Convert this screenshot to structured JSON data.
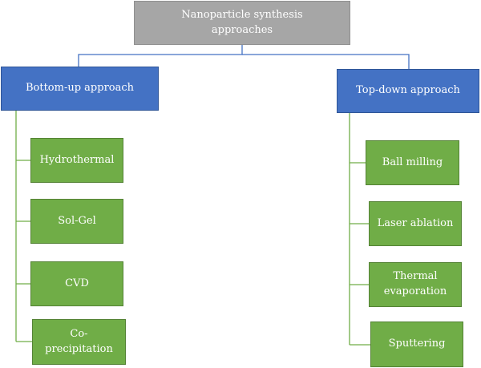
{
  "root": {
    "label_line1": "Nanoparticle synthesis",
    "label_line2": "approaches"
  },
  "left": {
    "title": "Bottom-up approach",
    "items": [
      {
        "line1": "Hydrothermal",
        "line2": ""
      },
      {
        "line1": "Sol-Gel",
        "line2": ""
      },
      {
        "line1": "CVD",
        "line2": ""
      },
      {
        "line1": "Co-",
        "line2": "precipitation"
      }
    ]
  },
  "right": {
    "title": "Top-down approach",
    "items": [
      {
        "line1": "Ball milling",
        "line2": ""
      },
      {
        "line1": "Laser ablation",
        "line2": ""
      },
      {
        "line1": "Thermal",
        "line2": "evaporation"
      },
      {
        "line1": "Sputtering",
        "line2": ""
      }
    ]
  },
  "colors": {
    "root": "#a6a6a6",
    "branch": "#4472c4",
    "leaf": "#70ad47",
    "root_connector": "#4472c4",
    "leaf_connector": "#70ad47"
  }
}
